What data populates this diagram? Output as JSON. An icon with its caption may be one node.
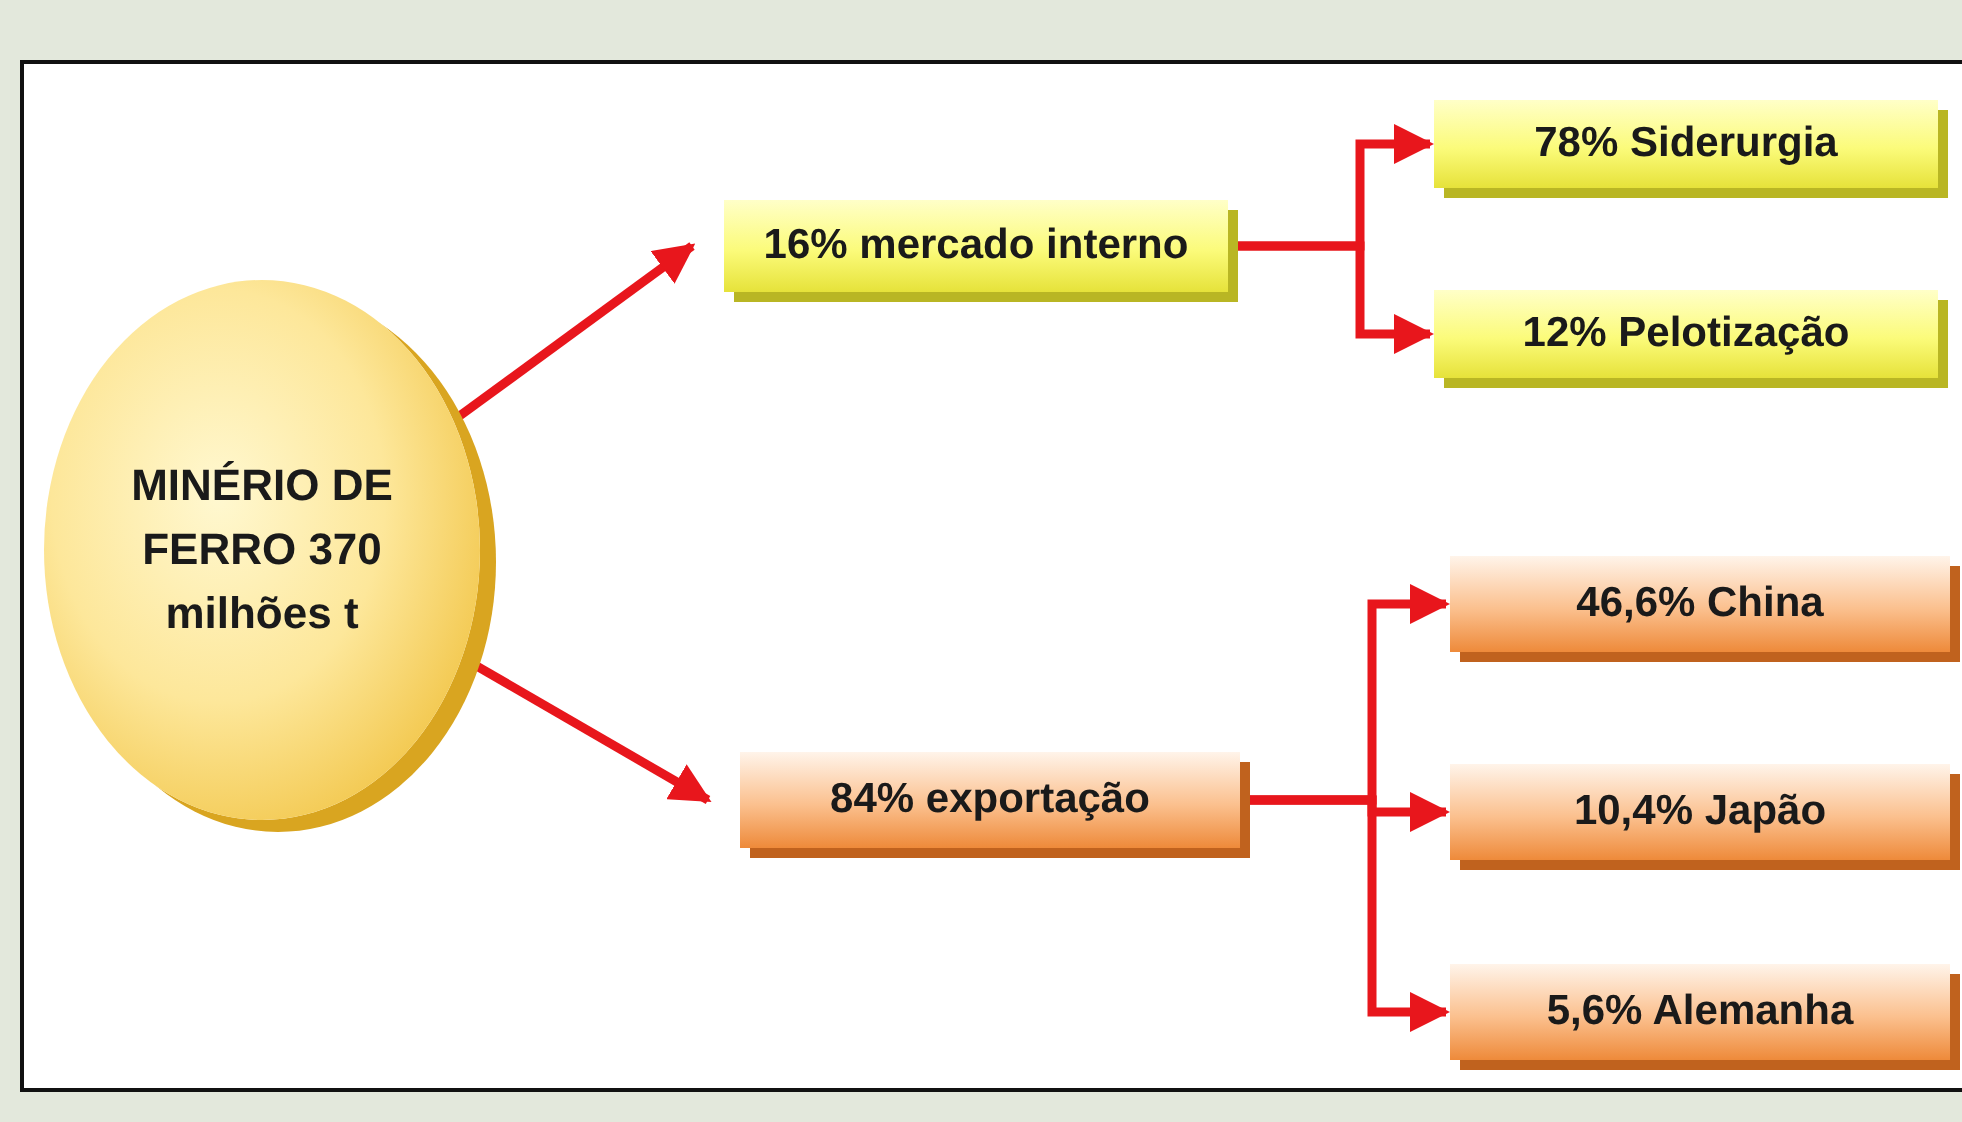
{
  "diagram": {
    "nodes": [
      {
        "text": [
          "MINÉRIO DE FERRO 370 milhões t"
        ]
      },
      {
        "text": [
          "16% mercado interno"
        ]
      },
      {
        "text": [
          "78% Siderurgia"
        ]
      },
      {
        "text": [
          "12% Pelotização"
        ]
      },
      {
        "text": [
          "84% exportação"
        ]
      },
      {
        "text": [
          "46,6% China"
        ]
      },
      {
        "text": [
          "10,4% Japão"
        ]
      },
      {
        "text": [
          "5,6% Alemanha"
        ]
      }
    ],
    "edges": [
      {
        "from": 0,
        "to": 1,
        "arrow": "to"
      },
      {
        "from": 0,
        "to": 4,
        "arrow": "to"
      },
      {
        "from": 1,
        "to": 2,
        "arrow": "to"
      },
      {
        "from": 1,
        "to": 3,
        "arrow": "to"
      },
      {
        "from": 4,
        "to": 5,
        "arrow": "to"
      },
      {
        "from": 4,
        "to": 6,
        "arrow": "to"
      },
      {
        "from": 4,
        "to": 7,
        "arrow": "to"
      }
    ]
  }
}
